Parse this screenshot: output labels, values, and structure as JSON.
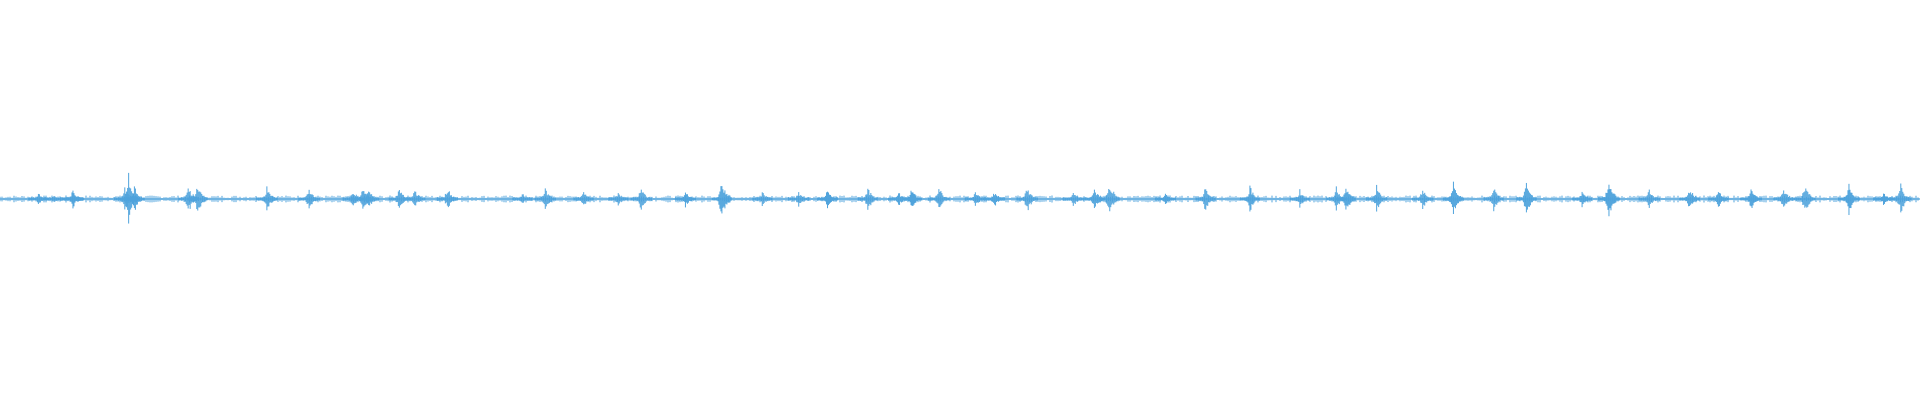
{
  "waveform": {
    "color": "#4fa3dc",
    "background": "#ffffff",
    "peaks": [
      0.08,
      0.14,
      0.05,
      0.1,
      0.08,
      0.06,
      0.12,
      0.05,
      0.08,
      0.06,
      0.05,
      0.45,
      0.3,
      0.15,
      0.05,
      0.05,
      0.08,
      0.05,
      0.05,
      0.05,
      0.05,
      0.05,
      0.05,
      0.05,
      0.05,
      0.05,
      0.05,
      0.05,
      0.05,
      0.08,
      0.38,
      0.35,
      0.15,
      0.08,
      0.05,
      0.05,
      0.05,
      0.05,
      0.05,
      0.05,
      0.05,
      0.1,
      0.2,
      0.3,
      0.55,
      0.45,
      0.25,
      0.15,
      0.1,
      0.05,
      0.05,
      0.05,
      0.05,
      0.05,
      0.05,
      0.05,
      0.05,
      0.05,
      0.05,
      0.05,
      0.05,
      0.06,
      0.05,
      0.05,
      0.05,
      0.05,
      0.05,
      0.06,
      0.05,
      0.05,
      0.35,
      0.05,
      0.15,
      0.5,
      0.25,
      0.1,
      0.05,
      0.05,
      0.05,
      0.05,
      0.05,
      0.08,
      0.05,
      0.05,
      0.05,
      0.05,
      0.05,
      0.05,
      0.05,
      0.05,
      0.05,
      0.05,
      0.05,
      0.05,
      0.05,
      0.05,
      0.05,
      0.05,
      0.05,
      0.05,
      0.05,
      0.05,
      0.06,
      0.45,
      0.2,
      0.1,
      0.05,
      0.05,
      0.05,
      0.05,
      0.05,
      0.05,
      0.05,
      0.05,
      0.05,
      0.05,
      0.05,
      0.05,
      0.05,
      0.05,
      0.08,
      0.15,
      0.3,
      0.2,
      0.1,
      0.05,
      0.05,
      0.05,
      0.05,
      0.05,
      0.05,
      0.05,
      0.05,
      0.05,
      0.05,
      0.05,
      0.05,
      0.05,
      0.05,
      0.05,
      0.05,
      0.05,
      0.05,
      0.05,
      0.1,
      0.3,
      0.25,
      0.35,
      0.15,
      0.3,
      0.4,
      0.25,
      0.1,
      0.05,
      0.05,
      0.05,
      0.05,
      0.05,
      0.05,
      0.05,
      0.1,
      0.15,
      0.3,
      0.25,
      0.2,
      0.3,
      0.2,
      0.1,
      0.05,
      0.05,
      0.05,
      0.05,
      0.05,
      0.05,
      0.05,
      0.05,
      0.05,
      0.05,
      0.05,
      0.05,
      0.15,
      0.3,
      0.15,
      0.1,
      0.05,
      0.05,
      0.05,
      0.05,
      0.05,
      0.05,
      0.05,
      0.05,
      0.05,
      0.05,
      0.05,
      0.05,
      0.05,
      0.05,
      0.05,
      0.05,
      0.05,
      0.05,
      0.05,
      0.05,
      0.05,
      0.05,
      0.05,
      0.05,
      0.05,
      0.05,
      0.05,
      0.05,
      0.05,
      0.05,
      0.05,
      0.05,
      0.05,
      0.05,
      0.05,
      0.05,
      0.05,
      0.05,
      0.05,
      0.05,
      0.05,
      0.05,
      0.05,
      0.05,
      0.05,
      0.05,
      0.05,
      0.05,
      0.05,
      0.05,
      0.05,
      0.05,
      0.05,
      0.05,
      0.05,
      0.05,
      0.08,
      0.05,
      0.05,
      0.05,
      0.05,
      0.05,
      0.05,
      0.05,
      0.05,
      0.05,
      0.05,
      0.06,
      0.1,
      0.25,
      0.3,
      0.2,
      0.15,
      0.1,
      0.05,
      0.05,
      0.05,
      0.05,
      0.05,
      0.05,
      0.05,
      0.05,
      0.05,
      0.05,
      0.05,
      0.05,
      0.05,
      0.05,
      0.05,
      0.05,
      0.05,
      0.05,
      0.05,
      0.05,
      0.05,
      0.05,
      0.05,
      0.05,
      0.1,
      0.2,
      0.1,
      0.05,
      0.05,
      0.05,
      0.05,
      0.05,
      0.05,
      0.05,
      0.05,
      0.05,
      0.05,
      0.05,
      0.05,
      0.05,
      0.05,
      0.05,
      0.05,
      0.1,
      0.15,
      0.1,
      0.05,
      0.05,
      0.05,
      0.05,
      0.05,
      0.05,
      0.05,
      0.05,
      0.05,
      0.05,
      0.05,
      0.05,
      0.05,
      0.05,
      0.05,
      0.05,
      0.05,
      0.05,
      0.08,
      0.2,
      0.4,
      0.2,
      0.1,
      0.05,
      0.05,
      0.05,
      0.05,
      0.05,
      0.05,
      0.05,
      0.05,
      0.05,
      0.05,
      0.05,
      0.05,
      0.05,
      0.05,
      0.05,
      0.05,
      0.05,
      0.05,
      0.05,
      0.05,
      0.05,
      0.05,
      0.05,
      0.05,
      0.05,
      0.05,
      0.05,
      0.05,
      0.05,
      0.05,
      0.05,
      0.05,
      0.05,
      0.05,
      0.05,
      0.05,
      0.05,
      0.05,
      0.05,
      0.05,
      0.05,
      0.05,
      0.05,
      0.05,
      0.05,
      0.05,
      0.05,
      0.05,
      0.05,
      0.05,
      0.05,
      0.05,
      0.05,
      0.05,
      0.05,
      0.05,
      0.05,
      0.05,
      0.05,
      0.05,
      0.05,
      0.05,
      0.05,
      0.05,
      0.05,
      0.05,
      0.05,
      0.05,
      0.05,
      0.05,
      0.05,
      0.05,
      0.05
    ],
    "pulses": [
      {
        "t": 0.02,
        "a": 0.2
      },
      {
        "t": 0.038,
        "a": 0.35
      },
      {
        "t": 0.028,
        "a": 0.15
      },
      {
        "t": 0.065,
        "a": 0.45
      },
      {
        "t": 0.067,
        "a": 0.85
      },
      {
        "t": 0.07,
        "a": 0.5
      },
      {
        "t": 0.098,
        "a": 0.55
      },
      {
        "t": 0.103,
        "a": 0.6
      },
      {
        "t": 0.139,
        "a": 0.45
      },
      {
        "t": 0.161,
        "a": 0.4
      },
      {
        "t": 0.184,
        "a": 0.35
      },
      {
        "t": 0.189,
        "a": 0.45
      },
      {
        "t": 0.192,
        "a": 0.4
      },
      {
        "t": 0.208,
        "a": 0.4
      },
      {
        "t": 0.216,
        "a": 0.35
      },
      {
        "t": 0.233,
        "a": 0.4
      },
      {
        "t": 0.272,
        "a": 0.2
      },
      {
        "t": 0.284,
        "a": 0.45
      },
      {
        "t": 0.304,
        "a": 0.3
      },
      {
        "t": 0.322,
        "a": 0.25
      },
      {
        "t": 0.334,
        "a": 0.45
      },
      {
        "t": 0.357,
        "a": 0.3
      },
      {
        "t": 0.376,
        "a": 0.75
      },
      {
        "t": 0.397,
        "a": 0.25
      },
      {
        "t": 0.416,
        "a": 0.3
      },
      {
        "t": 0.431,
        "a": 0.35
      },
      {
        "t": 0.452,
        "a": 0.4
      },
      {
        "t": 0.468,
        "a": 0.25
      },
      {
        "t": 0.475,
        "a": 0.4
      },
      {
        "t": 0.489,
        "a": 0.45
      },
      {
        "t": 0.508,
        "a": 0.25
      },
      {
        "t": 0.518,
        "a": 0.3
      },
      {
        "t": 0.535,
        "a": 0.5
      },
      {
        "t": 0.559,
        "a": 0.3
      },
      {
        "t": 0.57,
        "a": 0.45
      },
      {
        "t": 0.578,
        "a": 0.6
      },
      {
        "t": 0.607,
        "a": 0.2
      },
      {
        "t": 0.628,
        "a": 0.5
      },
      {
        "t": 0.651,
        "a": 0.45
      },
      {
        "t": 0.677,
        "a": 0.3
      },
      {
        "t": 0.696,
        "a": 0.4
      },
      {
        "t": 0.701,
        "a": 0.5
      },
      {
        "t": 0.717,
        "a": 0.45
      },
      {
        "t": 0.741,
        "a": 0.4
      },
      {
        "t": 0.757,
        "a": 0.6
      },
      {
        "t": 0.778,
        "a": 0.45
      },
      {
        "t": 0.795,
        "a": 0.65
      },
      {
        "t": 0.824,
        "a": 0.3
      },
      {
        "t": 0.838,
        "a": 0.75
      },
      {
        "t": 0.859,
        "a": 0.35
      },
      {
        "t": 0.88,
        "a": 0.45
      },
      {
        "t": 0.895,
        "a": 0.35
      },
      {
        "t": 0.912,
        "a": 0.4
      },
      {
        "t": 0.929,
        "a": 0.45
      },
      {
        "t": 0.94,
        "a": 0.55
      },
      {
        "t": 0.963,
        "a": 0.5
      },
      {
        "t": 0.981,
        "a": 0.25
      },
      {
        "t": 0.99,
        "a": 0.6
      }
    ]
  }
}
